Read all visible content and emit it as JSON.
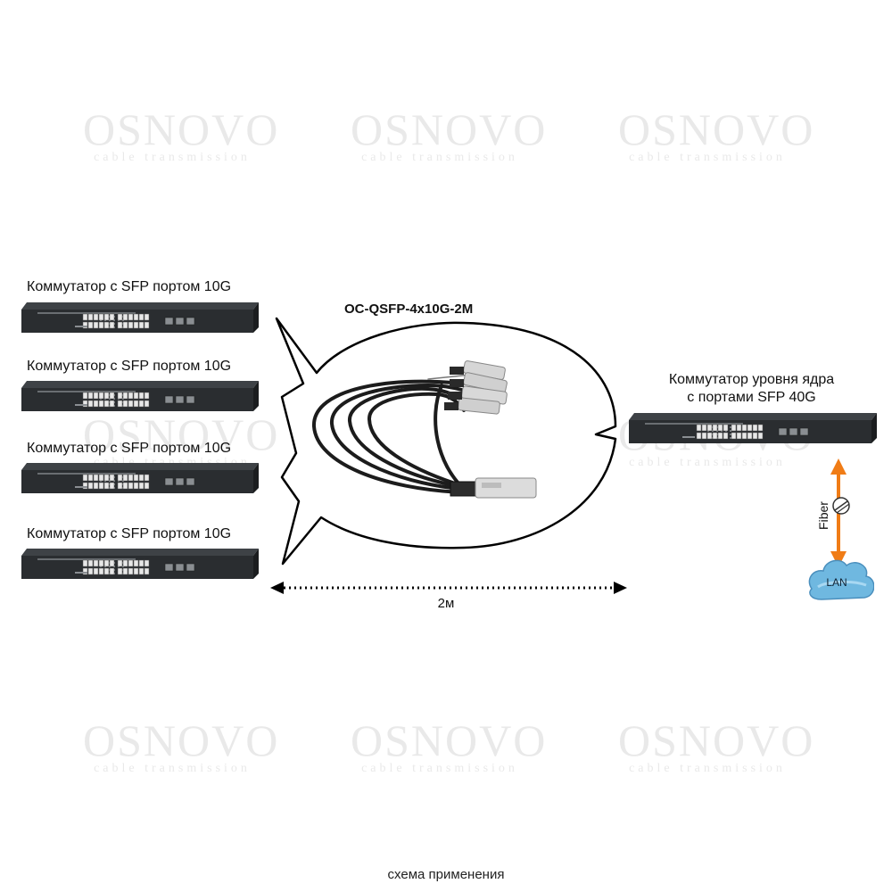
{
  "watermark": {
    "brand": "OSNOVO",
    "tagline": "cable transmission"
  },
  "switches": [
    {
      "label": "Коммутатор с SFP портом 10G"
    },
    {
      "label": "Коммутатор с SFP портом 10G"
    },
    {
      "label": "Коммутатор с SFP портом 10G"
    },
    {
      "label": "Коммутатор с SFP портом 10G"
    }
  ],
  "cable": {
    "model": "OC-QSFP-4x10G-2M",
    "length": "2м"
  },
  "core_switch": {
    "label_line1": "Коммутатор уровня ядра",
    "label_line2": "с портами SFP 40G"
  },
  "uplink": {
    "link_label": "Fiber",
    "network_label": "LAN"
  },
  "caption": "схема применения",
  "colors": {
    "arrow": "#f07c16",
    "cloud": "#6fb8e0",
    "switch_body": "#2a2d30",
    "bubble_stroke": "#000000"
  }
}
